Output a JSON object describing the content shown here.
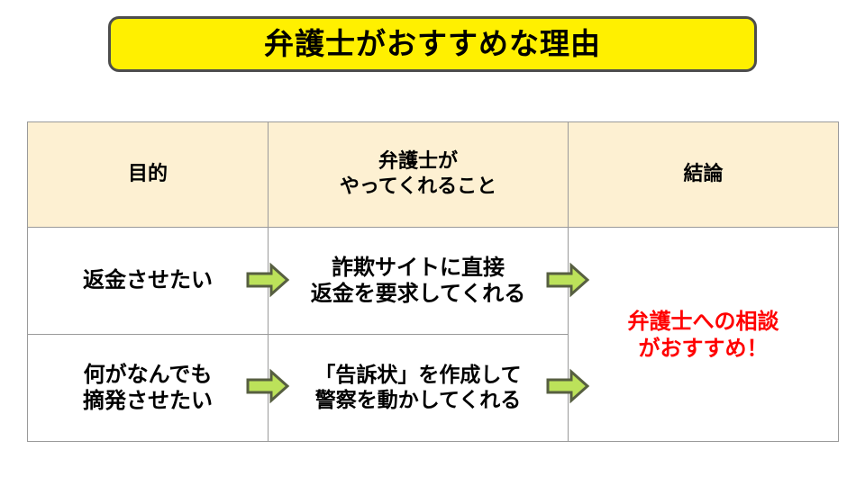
{
  "slide": {
    "background_color": "#FFFFFF",
    "title": {
      "text": "弁護士がおすすめな理由",
      "fill_color": "#FFF000",
      "border_color": "#4D4D4D",
      "text_color": "#000000"
    }
  },
  "table": {
    "header_fill": "#FDF0D2",
    "border_color": "#9A9A9A",
    "headers": [
      {
        "label": "目的"
      },
      {
        "label": "弁護士が\nやってくれること"
      },
      {
        "label": "結論"
      }
    ],
    "rows": [
      {
        "purpose": "返金させたい",
        "lawyer_action": "詐欺サイトに直接\n返金を要求してくれる"
      },
      {
        "purpose": "何がなんでも\n摘発させたい",
        "lawyer_action": "「告訴状」を作成して\n警察を動かしてくれる"
      }
    ],
    "conclusion": {
      "text": "弁護士への相談\nがおすすめ！",
      "color": "#FF0000"
    }
  },
  "arrows": {
    "fill_color": "#BCE25A",
    "outline_color": "#575F41",
    "icon": "right-block-arrow-icon",
    "count": 4
  }
}
